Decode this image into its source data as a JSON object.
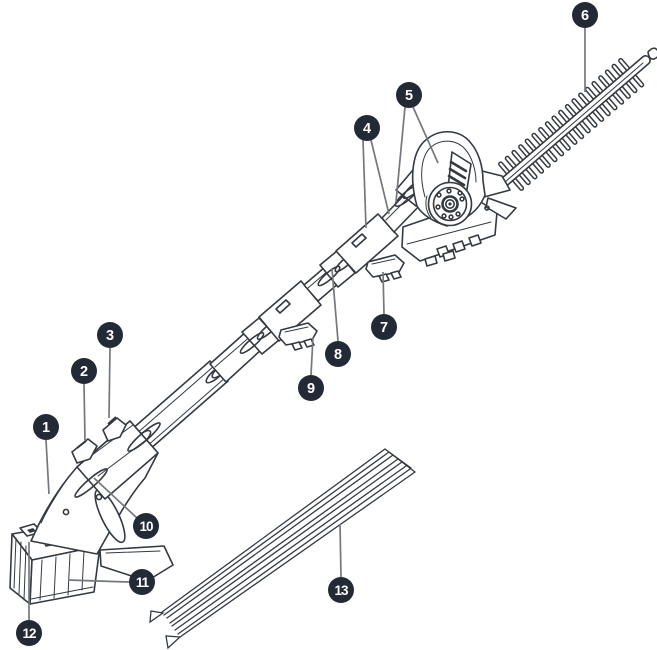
{
  "figure": {
    "type": "exploded-parts-diagram",
    "subject": "cordless telescopic pole hedge trimmer",
    "callouts": [
      {
        "number": "1"
      },
      {
        "number": "2"
      },
      {
        "number": "3"
      },
      {
        "number": "4"
      },
      {
        "number": "5"
      },
      {
        "number": "6"
      },
      {
        "number": "7"
      },
      {
        "number": "8"
      },
      {
        "number": "9"
      },
      {
        "number": "10"
      },
      {
        "number": "11"
      },
      {
        "number": "12"
      },
      {
        "number": "13"
      }
    ]
  },
  "colors": {
    "background": "#ffffff",
    "line": "#343a41",
    "leader": "#74787c",
    "badge": "#232a35",
    "badge_text": "#ffffff"
  }
}
